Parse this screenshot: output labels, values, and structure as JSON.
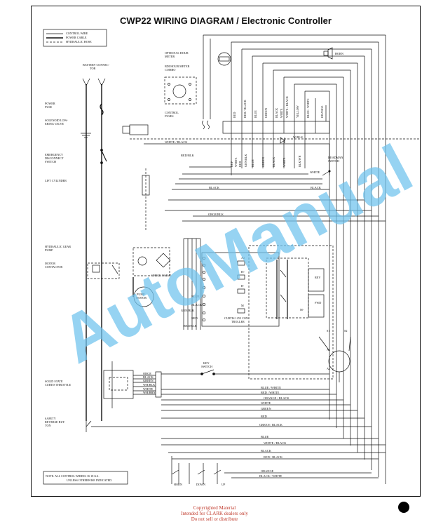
{
  "title": "CWP22 WIRING DIAGRAM / Electronic Controller",
  "legend": [
    "CONTROL WIRE",
    "POWER CABLE",
    "HYDRAULIC HOSE"
  ],
  "note": [
    "NOTE:  ALL CONTROL WIRING IS 18 GA.",
    "UNLESS OTHERWISE INDICATED."
  ],
  "labels": {
    "battery": [
      "BATTERY CONNEC-",
      "TOR"
    ],
    "power_fuse": [
      "POWER",
      "FUSE"
    ],
    "solenoid": [
      "SOLENOID LOW-",
      "ERING VALVE"
    ],
    "emergency": [
      "EMERGENCY",
      "DISCONNECT",
      "SWITCH"
    ],
    "lift_cylinder": "LIFT CYLINDER",
    "hydraulic_pump": [
      "HYDRAULIC GEAR",
      "PUMP"
    ],
    "motor_contactor": [
      "MOTOR",
      "CONTACTOR"
    ],
    "optional_meter": [
      "OPTIONAL HOUR",
      "METER"
    ],
    "bdi_combo": [
      "BDI HOUR METER",
      "COMBO"
    ],
    "control_fuses": [
      "CONTROL",
      "FUSES"
    ],
    "horn": "HORN",
    "deadman": [
      "DEADMAN",
      "SWITCH"
    ],
    "pump_motor": [
      "PUMP",
      "MOTOR"
    ],
    "check_valve": "CHECK VALVE",
    "controller": [
      "CURTIS 1253 CON-",
      "TROLLER"
    ],
    "throttle": [
      "SOLID STATE",
      "CURTIS THROTTLE"
    ],
    "key_switch": [
      "KEY",
      "SWITCH"
    ],
    "safety_reverse": [
      "SAFETY",
      "REVERSE BUT-",
      "TON"
    ],
    "rev": "REV",
    "fwd": "FWD",
    "horn_btn": "HORN",
    "down_btn": "DOWN",
    "up_btn": "UP",
    "a1": "A1",
    "a2": "A2",
    "s1": "S1",
    "s2": "S2",
    "m": "M",
    "b_plus": "B+",
    "b_minus": "B-",
    "m_minus": "M-",
    "a_minus": "A2",
    "sb": "S1"
  },
  "vertical_wires": [
    "RED",
    "RED / BLACK",
    "BLUE",
    "GREEN",
    "BLACK",
    "WHITE",
    "WHITE / BLACK",
    "YELLOW",
    "BLUE / WHITE",
    "ORANGE"
  ],
  "lower_vertical_wires": [
    "RUP",
    "WHITE",
    "RED",
    "GRN/BLK",
    "BLUE",
    "GREEN",
    "BLACK",
    "WHITE",
    "BLK/WH"
  ],
  "wires": {
    "white_black": "WHITE / BLACK",
    "red_blk": "RED/BLK",
    "w_blk": "W/BLK",
    "white": "WHITE",
    "black": "BLACK",
    "black2": "BLACK",
    "orge_blk": "ORGE/BLK",
    "blue": "BLUE",
    "black3": "BLACK",
    "grn_blk": "GRN/BLK",
    "red": "RED",
    "red_blk2": "RED/BLK",
    "blue_white": "BLUE / WHITE",
    "red_white": "RED / WHITE",
    "orange_black": "ORANGE / BLACK",
    "white2": "WHITE",
    "green": "GREEN",
    "red2": "RED",
    "green_black": "GREEN / BLACK",
    "blue2": "BLUE",
    "white_black2": "WHITE / BLACK",
    "black4": "BLACK",
    "red_black": "RED / BLACK",
    "orange": "ORANGE",
    "black_white": "BLACK / WHITE"
  },
  "throttle_wires": [
    "ORGE",
    "BLACK",
    "GREEN",
    "WH/BLK",
    "WHITE",
    "WH/BRN"
  ],
  "watermark": "AutoManual",
  "footer": [
    "Copyrighted Material",
    "Intended for CLARK dealers only",
    "Do not sell or distribute"
  ]
}
